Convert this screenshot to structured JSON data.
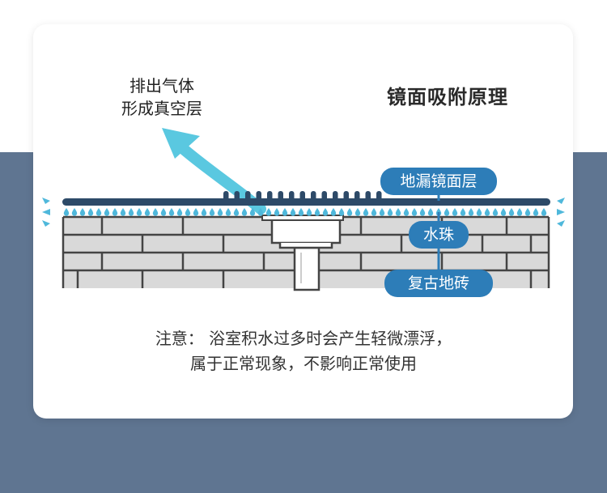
{
  "colors": {
    "background_band": "#5f7591",
    "card": "#ffffff",
    "accent_blue": "#2d7db8",
    "arrow_cyan": "#5ac8e0",
    "water_droplet": "#4fb8db",
    "tile": "#d9d9d9",
    "mortar": "#444444",
    "drain_surface": "#2d4a68"
  },
  "title": "镜面吸附原理",
  "exhaust_label": {
    "line1": "排出气体",
    "line2": "形成真空层"
  },
  "labels": {
    "mirror_layer": "地漏镜面层",
    "water_bead": "水珠",
    "tile": "复古地砖"
  },
  "note": {
    "line1": "注意： 浴室积水过多时会产生轻微漂浮，",
    "line2": "属于正常现象，不影响正常使用"
  },
  "icons": [
    "curved-arrow-icon",
    "water-droplet-icon",
    "small-arrow-icon"
  ]
}
